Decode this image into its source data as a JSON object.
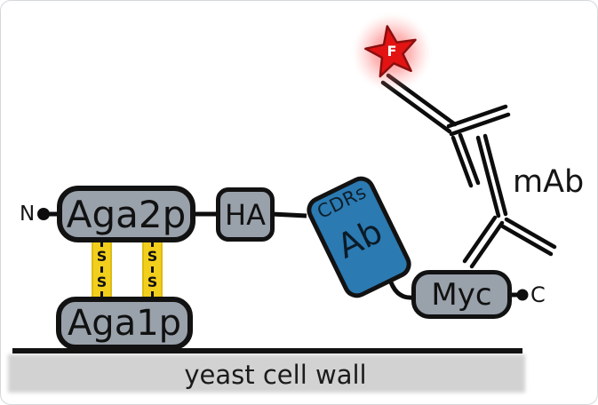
{
  "diagram": {
    "description_keys": "yeast surface display schematic",
    "n_terminus": "N",
    "c_terminus": "C",
    "boxes": {
      "aga2p": {
        "label": "Aga2p",
        "fill": "#99a1ab"
      },
      "aga1p": {
        "label": "Aga1p",
        "fill": "#99a1ab"
      },
      "ha": {
        "label": "HA",
        "fill": "#99a1ab"
      },
      "myc": {
        "label": "Myc",
        "fill": "#99a1ab"
      },
      "ab": {
        "label": "Ab",
        "top_label": "CDRs",
        "fill": "#2b7ab2"
      }
    },
    "disulfide_bonds": {
      "count": 2,
      "atom": "S",
      "band_color": "#f2cf1d"
    },
    "antibody": {
      "label": "mAb",
      "fluorophore_label": "F",
      "star_color": "#e41313",
      "line_color": "#0d0d0d"
    },
    "cell_wall": {
      "label": "yeast cell wall",
      "band_color": "#d2d2d2"
    }
  }
}
